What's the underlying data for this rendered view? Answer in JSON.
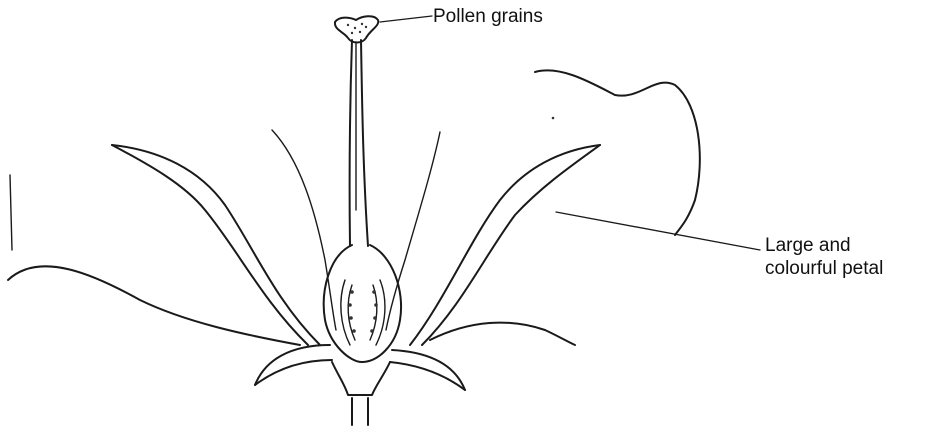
{
  "labels": {
    "pollen_grains": "Pollen grains",
    "petal_line1": "Large and",
    "petal_line2": "colourful petal"
  }
}
